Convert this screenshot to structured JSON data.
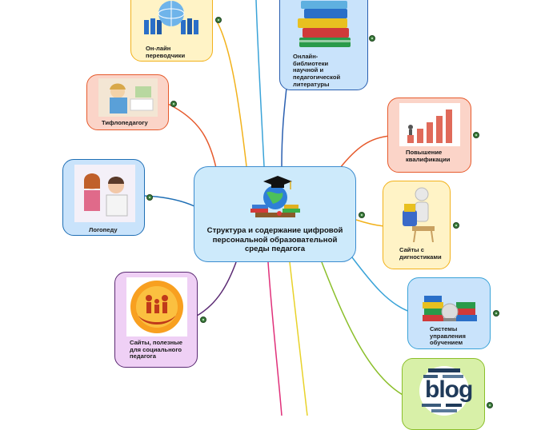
{
  "central": {
    "title": "Структура и содержание цифровой персональной образовательной среды педагога"
  },
  "nodes": {
    "translators": "Он-лайн переводчики",
    "libraries": "Онлайн-библиотеки научной и педагогической литературы",
    "typhlo": "Тифлопедагогу",
    "qualification": "Повышение квалификации",
    "speech": "Логопеду",
    "diagnostics": "Сайты с дигностиками",
    "social": "Сайты, полезные для социального педагога",
    "lms": "Системы управления обучением",
    "blog": "blog"
  }
}
